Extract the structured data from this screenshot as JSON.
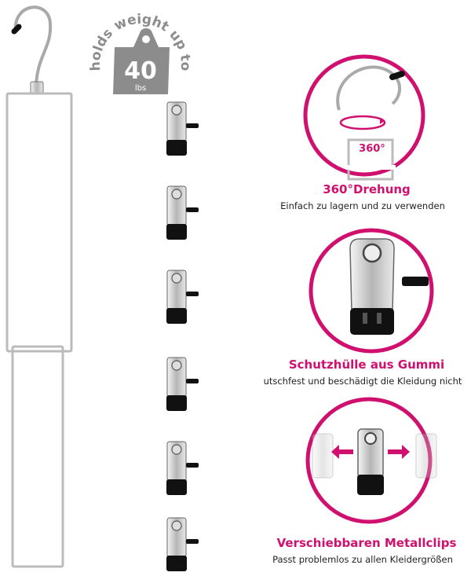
{
  "badge": {
    "arc_text": "holds weight up to",
    "value": "40",
    "unit": "lbs"
  },
  "features": [
    {
      "rotation_label": "360°",
      "title": "360°Drehung",
      "subtitle": "Einfach zu lagern und zu verwenden"
    },
    {
      "title": "Schutzhülle aus Gummi",
      "subtitle": "utschfest und beschädigt die Kleidung nicht"
    },
    {
      "title": "Verschiebbaren Metallclips",
      "subtitle": "Passt problemlos zu allen Kleidergrößen"
    }
  ],
  "colors": {
    "accent": "#d0106e",
    "badge_gray": "#8c8c8c",
    "metal": "#b9b9b9",
    "rubber": "#111111"
  }
}
